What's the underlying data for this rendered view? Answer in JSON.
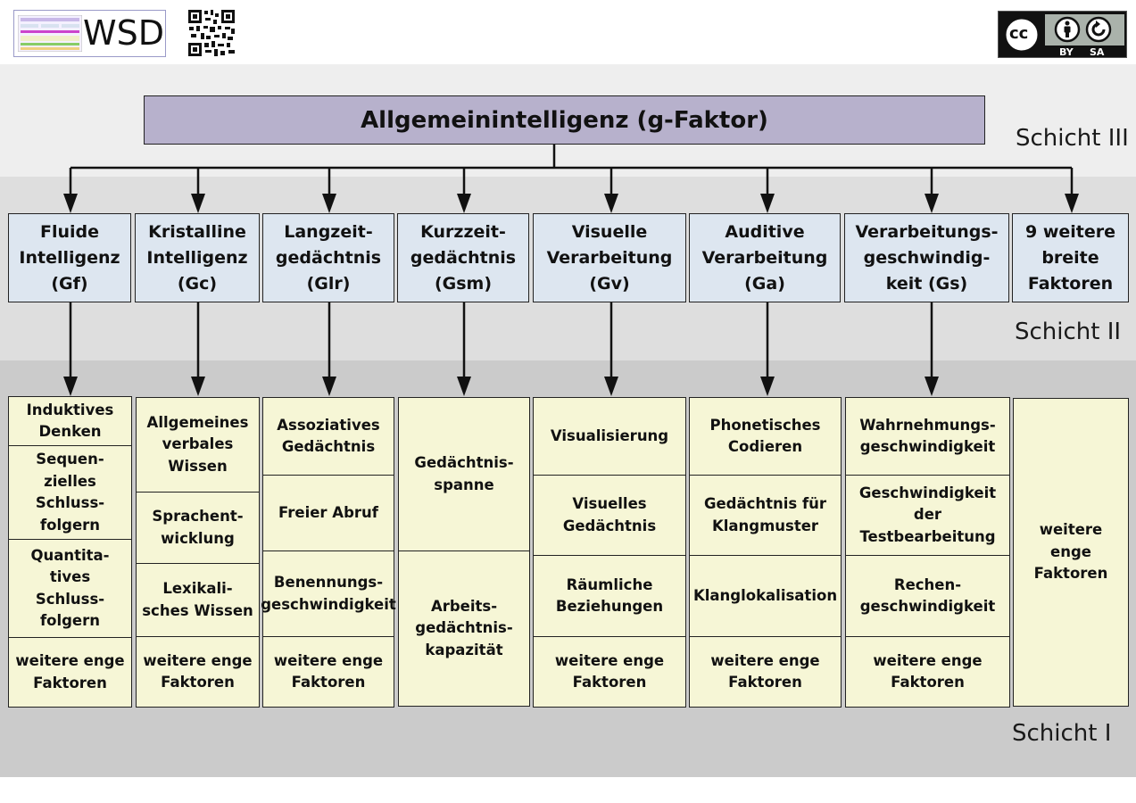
{
  "header": {
    "logo_text": "WSD",
    "qr_code_icon": "qr-code-icon",
    "license_badge": {
      "main": "cc",
      "by": "BY",
      "sa": "SA"
    }
  },
  "layers": {
    "top": "Schicht III",
    "middle": "Schicht II",
    "bottom": "Schicht I"
  },
  "g_factor": "Allgemeinintelligenz (g-Faktor)",
  "columns": [
    {
      "broad": "Fluide\nIntelligenz\n(Gf)",
      "narrow": [
        "Induktives\nDenken",
        "Sequen-\nzielles\nSchluss-\nfolgern",
        "Quantita-\ntives\nSchluss-\nfolgern",
        "weitere enge\nFaktoren"
      ]
    },
    {
      "broad": "Kristalline\nIntelligenz\n(Gc)",
      "narrow": [
        "Allgemeines\nverbales\nWissen",
        "Sprachent-\nwicklung",
        "Lexikali-\nsches Wissen",
        "weitere enge\nFaktoren"
      ]
    },
    {
      "broad": "Langzeit-\ngedächtnis\n(Glr)",
      "narrow": [
        "Assoziatives\nGedächtnis",
        "Freier Abruf",
        "Benennungs-\ngeschwindigkeit",
        "weitere enge\nFaktoren"
      ]
    },
    {
      "broad": "Kurzzeit-\ngedächtnis\n(Gsm)",
      "narrow": [
        "Gedächtnis-\nspanne",
        "Arbeits-\ngedächtnis-\nkapazität"
      ]
    },
    {
      "broad": "Visuelle\nVerarbeitung\n(Gv)",
      "narrow": [
        "Visualisierung",
        "Visuelles\nGedächtnis",
        "Räumliche\nBeziehungen",
        "weitere enge\nFaktoren"
      ]
    },
    {
      "broad": "Auditive\nVerarbeitung\n(Ga)",
      "narrow": [
        "Phonetisches\nCodieren",
        "Gedächtnis für\nKlangmuster",
        "Klanglokalisation",
        "weitere enge\nFaktoren"
      ]
    },
    {
      "broad": "Verarbeitungs-\ngeschwindig-\nkeit (Gs)",
      "narrow": [
        "Wahrnehmungs-\ngeschwindigkeit",
        "Geschwindigkeit der\nTestbearbeitung",
        "Rechen-\ngeschwindigkeit",
        "weitere enge\nFaktoren"
      ]
    },
    {
      "broad": "9 weitere\nbreite\nFaktoren",
      "narrow": [
        "weitere\nenge\nFaktoren"
      ]
    }
  ]
}
